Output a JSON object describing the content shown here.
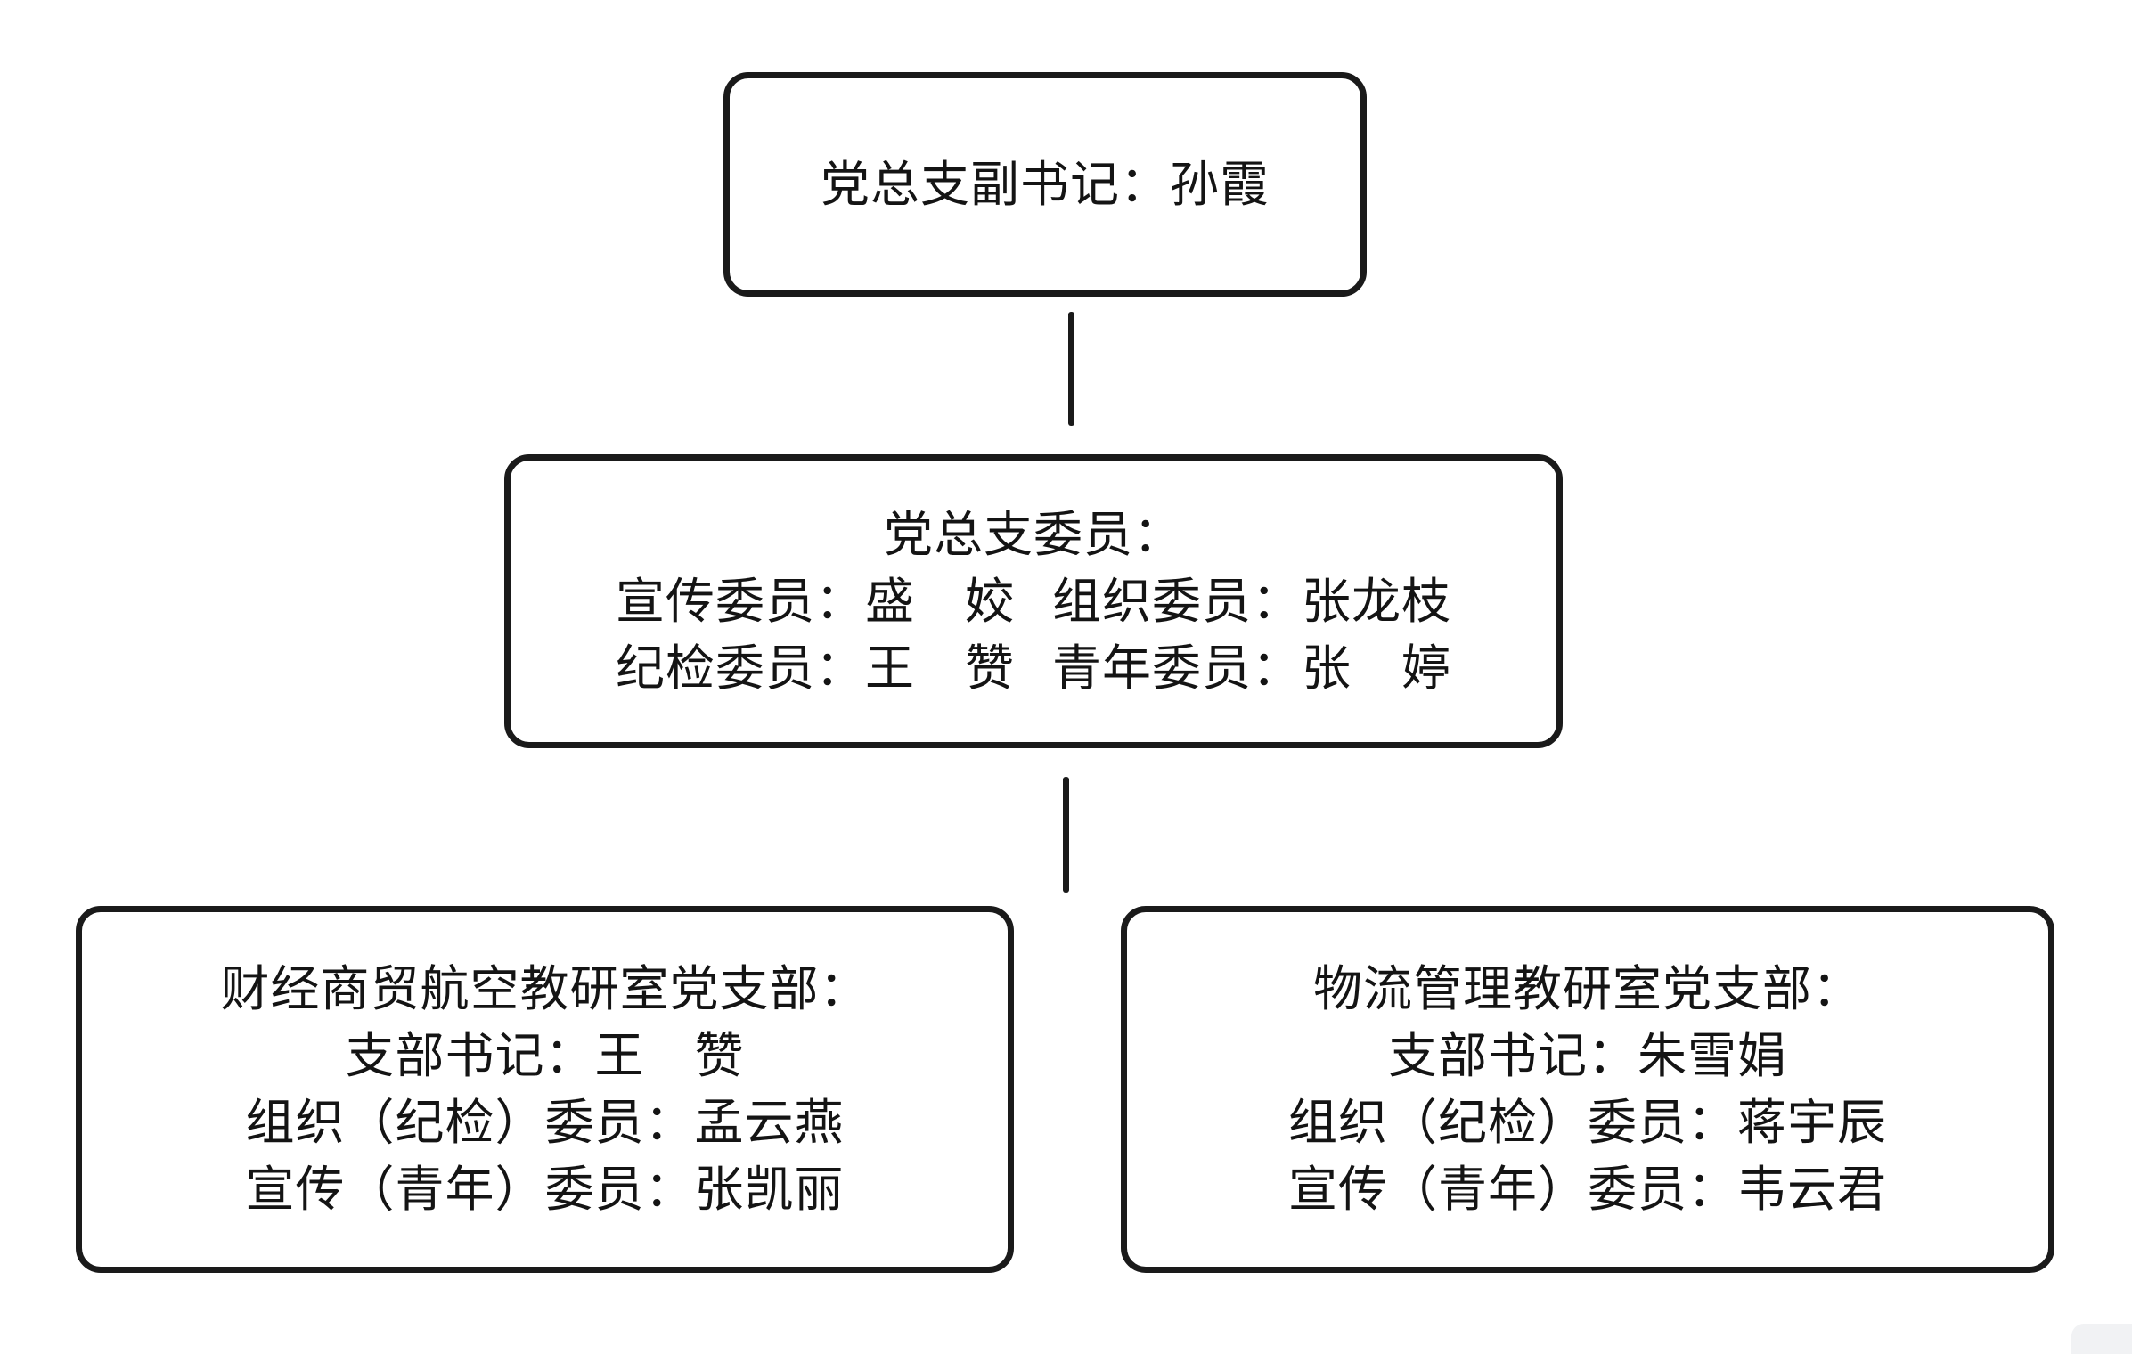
{
  "page": {
    "background_color": "#ffffff",
    "line_color": "#1a1a1a",
    "text_color": "#141414"
  },
  "diagram": {
    "type": "org-chart",
    "nodes": {
      "deputy_secretary": {
        "text": "党总支副书记：孙霞"
      },
      "committee": {
        "title": "党总支委员：",
        "rows": [
          {
            "left": "宣传委员：盛　姣",
            "right": "组织委员：张龙枝"
          },
          {
            "left": "纪检委员：王　赞",
            "right": "青年委员：张　婷"
          }
        ]
      },
      "branch_left": {
        "lines": [
          "财经商贸航空教研室党支部：",
          "支部书记：王　赞",
          "组织（纪检）委员：孟云燕",
          "宣传（青年）委员：张凯丽"
        ]
      },
      "branch_right": {
        "lines": [
          "物流管理教研室党支部：",
          "支部书记：朱雪娟",
          "组织（纪检）委员：蒋宇辰",
          "宣传（青年）委员：韦云君"
        ]
      }
    },
    "edges": [
      {
        "from": "deputy_secretary",
        "to": "committee"
      },
      {
        "from": "committee",
        "to": "branches"
      }
    ]
  }
}
